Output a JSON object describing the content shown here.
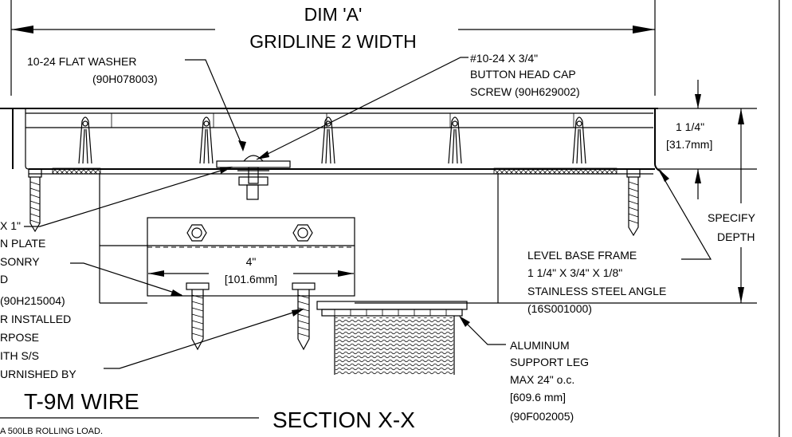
{
  "title": {
    "dim_a": "DIM 'A'",
    "gridline": "GRIDLINE 2 WIDTH",
    "section": "SECTION X-X",
    "model": "T-9M WIRE"
  },
  "callouts": {
    "washer_line1": "10-24 FLAT WASHER",
    "washer_line2": "(90H078003)",
    "screw_line1": "#10-24 X 3/4\"",
    "screw_line2": "BUTTON HEAD CAP",
    "screw_line3": "SCREW (90H629002)",
    "dim_height": "1 1/4\"",
    "dim_height_mm": "[31.7mm]",
    "specify": "SPECIFY",
    "depth": "DEPTH",
    "frame_line1": "LEVEL BASE FRAME",
    "frame_line2": "1 1/4\" X 3/4\" X 1/8\"",
    "frame_line3": "STAINLESS STEEL ANGLE",
    "frame_line4": "(16S001000)",
    "width_dim": "4\"",
    "width_dim_mm": "[101.6mm]",
    "leg_line1": "ALUMINUM",
    "leg_line2": "SUPPORT LEG",
    "leg_line3": "MAX 24\" o.c.",
    "leg_line4": "[609.6 mm]",
    "leg_line5": "(90F002005)"
  },
  "left_notes": {
    "l1": "X 1\"",
    "l2": "N PLATE",
    "l3": "SONRY",
    "l4": "D",
    "l5": "(90H215004)",
    "l6": "R INSTALLED",
    "l7": "RPOSE",
    "l8": "ITH S/S",
    "l9": "URNISHED BY"
  },
  "footer": {
    "note": "A 500LB ROLLING LOAD."
  }
}
